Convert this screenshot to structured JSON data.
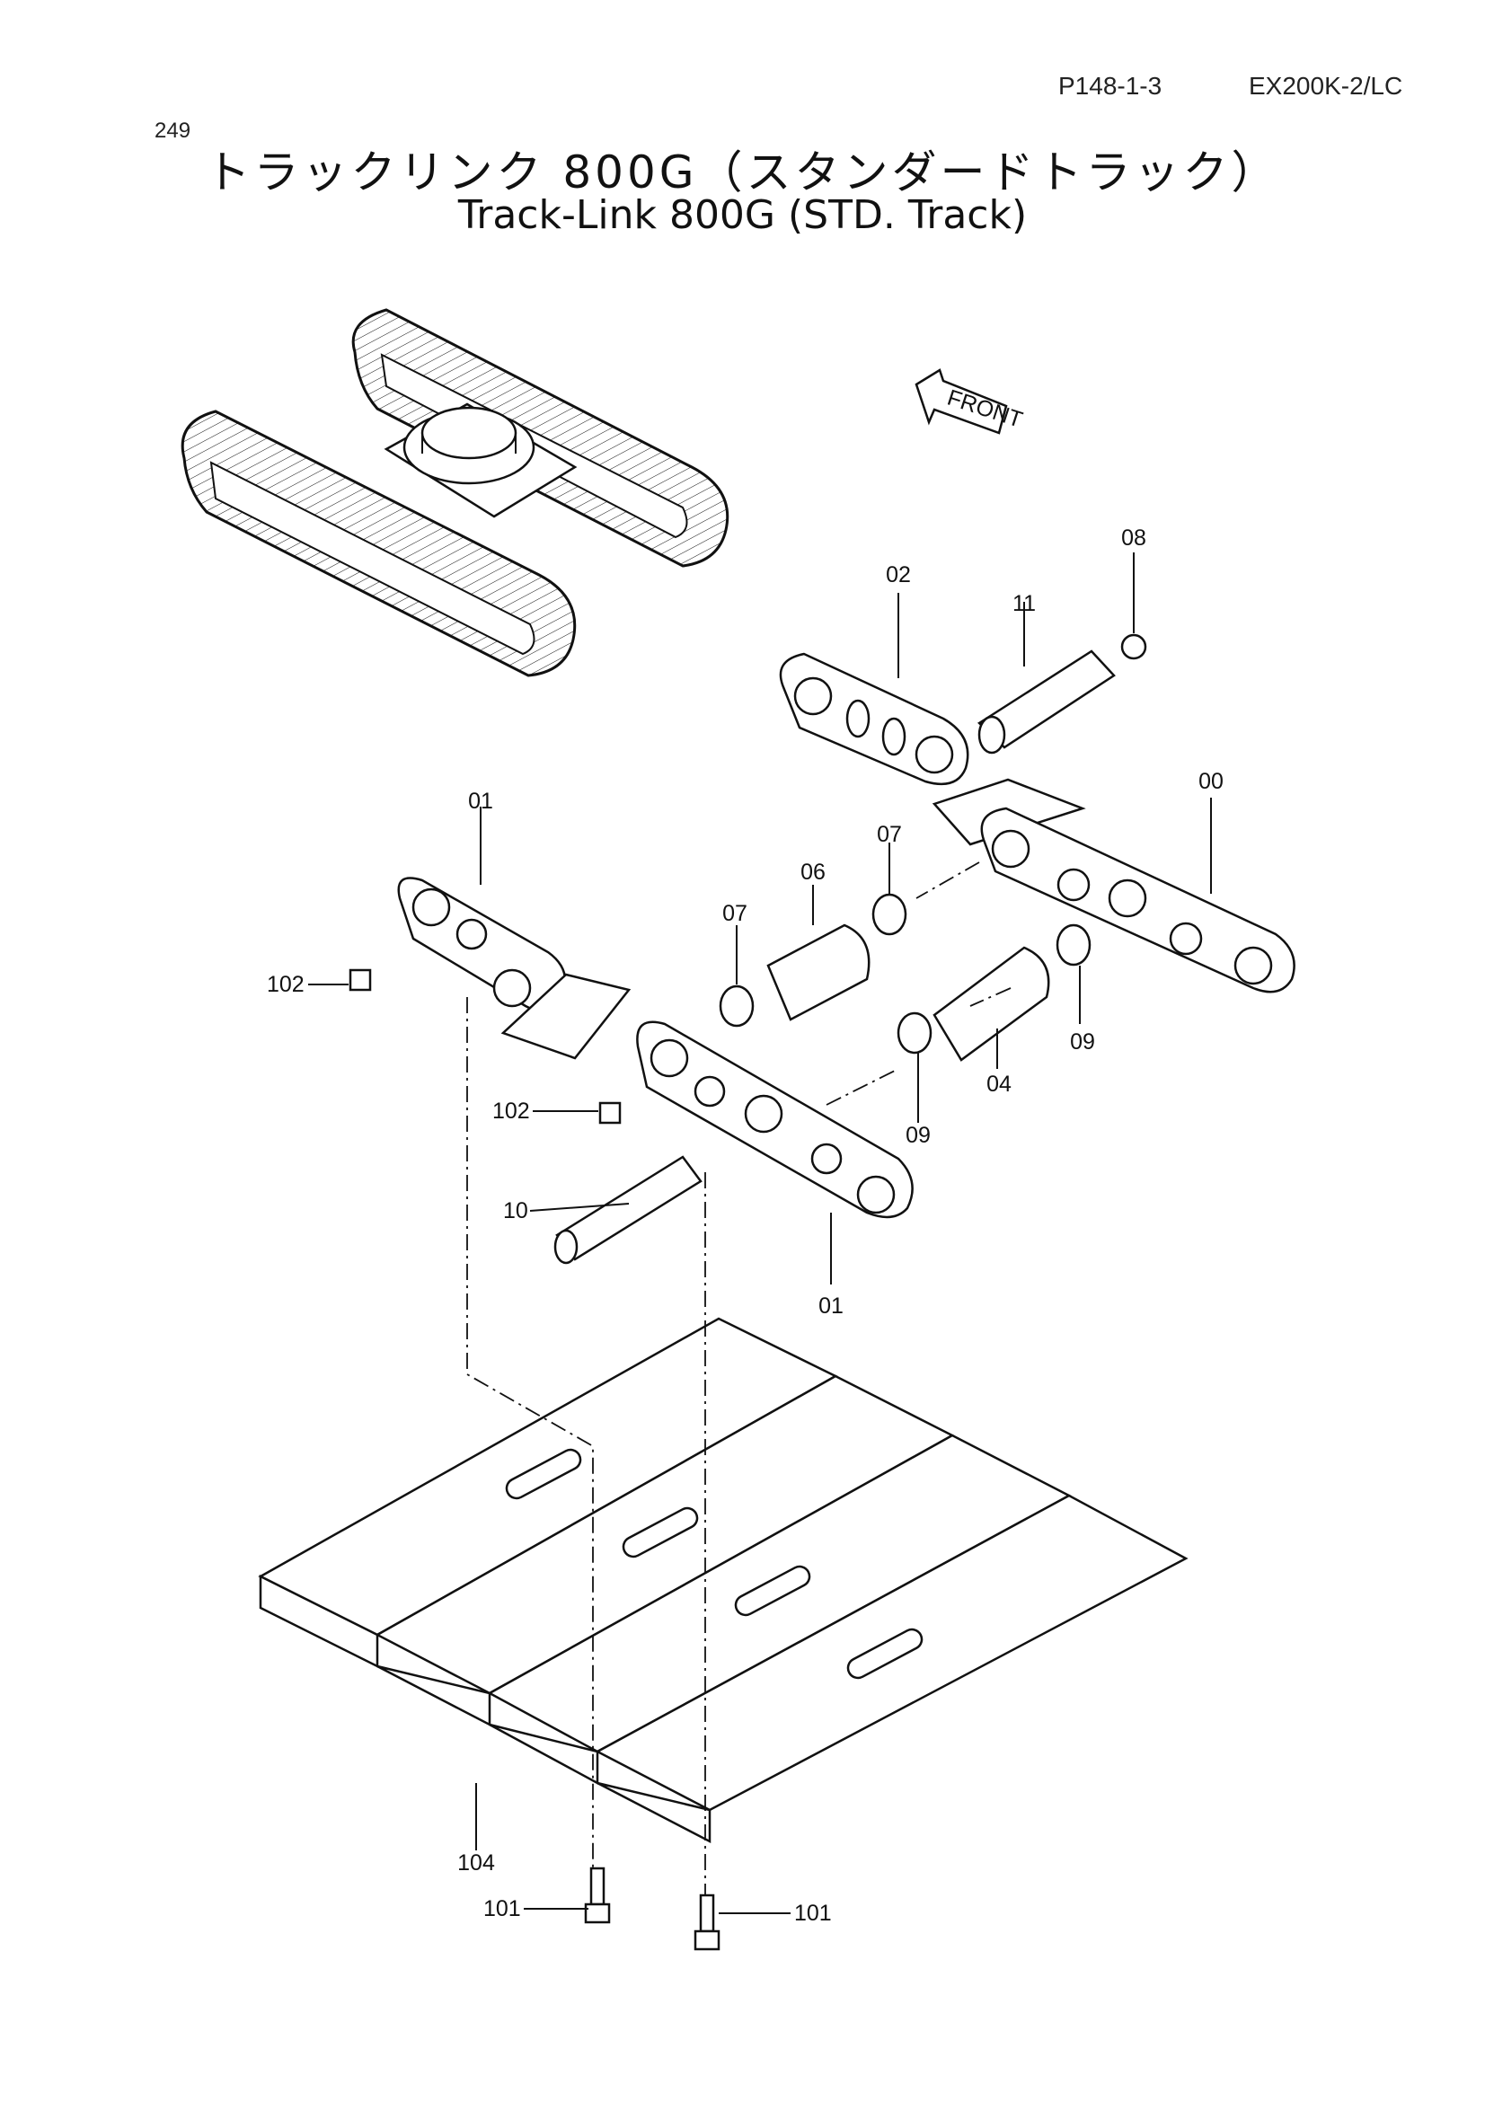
{
  "header": {
    "page_code": "P148-1-3",
    "model": "EX200K-2/LC",
    "page_number": "249"
  },
  "title": {
    "japanese": "トラックリンク 800G（スタンダードトラック）",
    "english": "Track-Link 800G (STD. Track)"
  },
  "front_arrow_label": "FRONT",
  "callouts": {
    "c00": "00",
    "c01a": "01",
    "c01b": "01",
    "c02": "02",
    "c04": "04",
    "c06": "06",
    "c07a": "07",
    "c07b": "07",
    "c08": "08",
    "c09a": "09",
    "c09b": "09",
    "c10": "10",
    "c11": "11",
    "c101a": "101",
    "c101b": "101",
    "c102a": "102",
    "c102b": "102",
    "c104": "104"
  }
}
